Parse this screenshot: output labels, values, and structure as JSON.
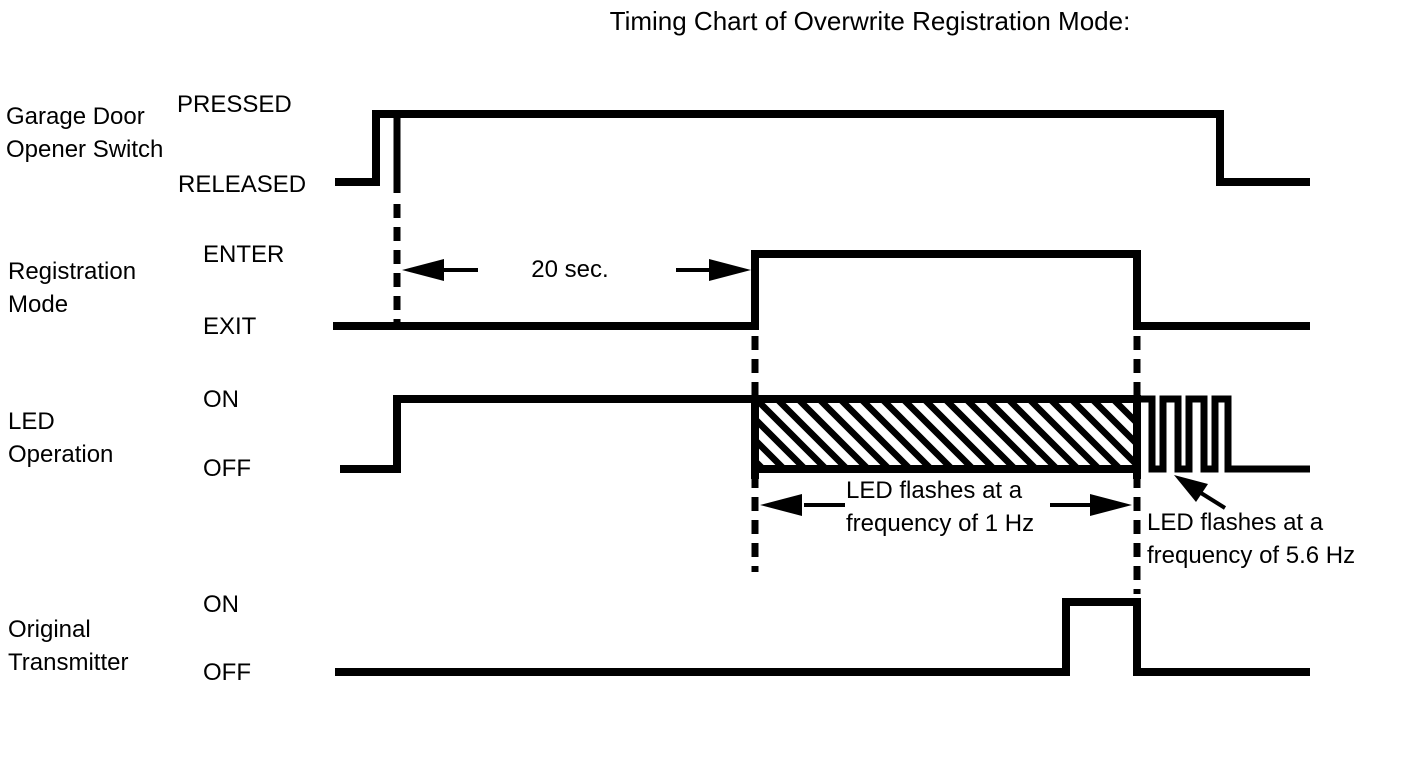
{
  "title": "Timing Chart of Overwrite Registration Mode:",
  "signals": [
    {
      "label": "Garage Door\nOpener Switch",
      "high": "PRESSED",
      "low": "RELEASED",
      "behavior": "RELEASED, then PRESSED and held, then RELEASED near the end"
    },
    {
      "label": "Registration\nMode",
      "high": "ENTER",
      "low": "EXIT",
      "behavior": "EXIT, then ENTER 20 sec. after switch press, then EXIT"
    },
    {
      "label": "LED\nOperation",
      "high": "ON",
      "low": "OFF",
      "behavior": "OFF, ON at switch press, flashes at 1 Hz while registration mode is entered, flashes at 5.6 Hz briefly after exit, then OFF"
    },
    {
      "label": "Original\nTransmitter",
      "high": "ON",
      "low": "OFF",
      "behavior": "OFF, short ON pulse near end of registration mode, then OFF"
    }
  ],
  "annotations": {
    "interval_label": "20 sec.",
    "flash_1hz": "LED flashes at a\nfrequency of 1 Hz",
    "flash_56hz": "LED flashes at a\nfrequency of 5.6 Hz"
  },
  "colors": {
    "foreground": "#000000",
    "background": "#ffffff"
  }
}
